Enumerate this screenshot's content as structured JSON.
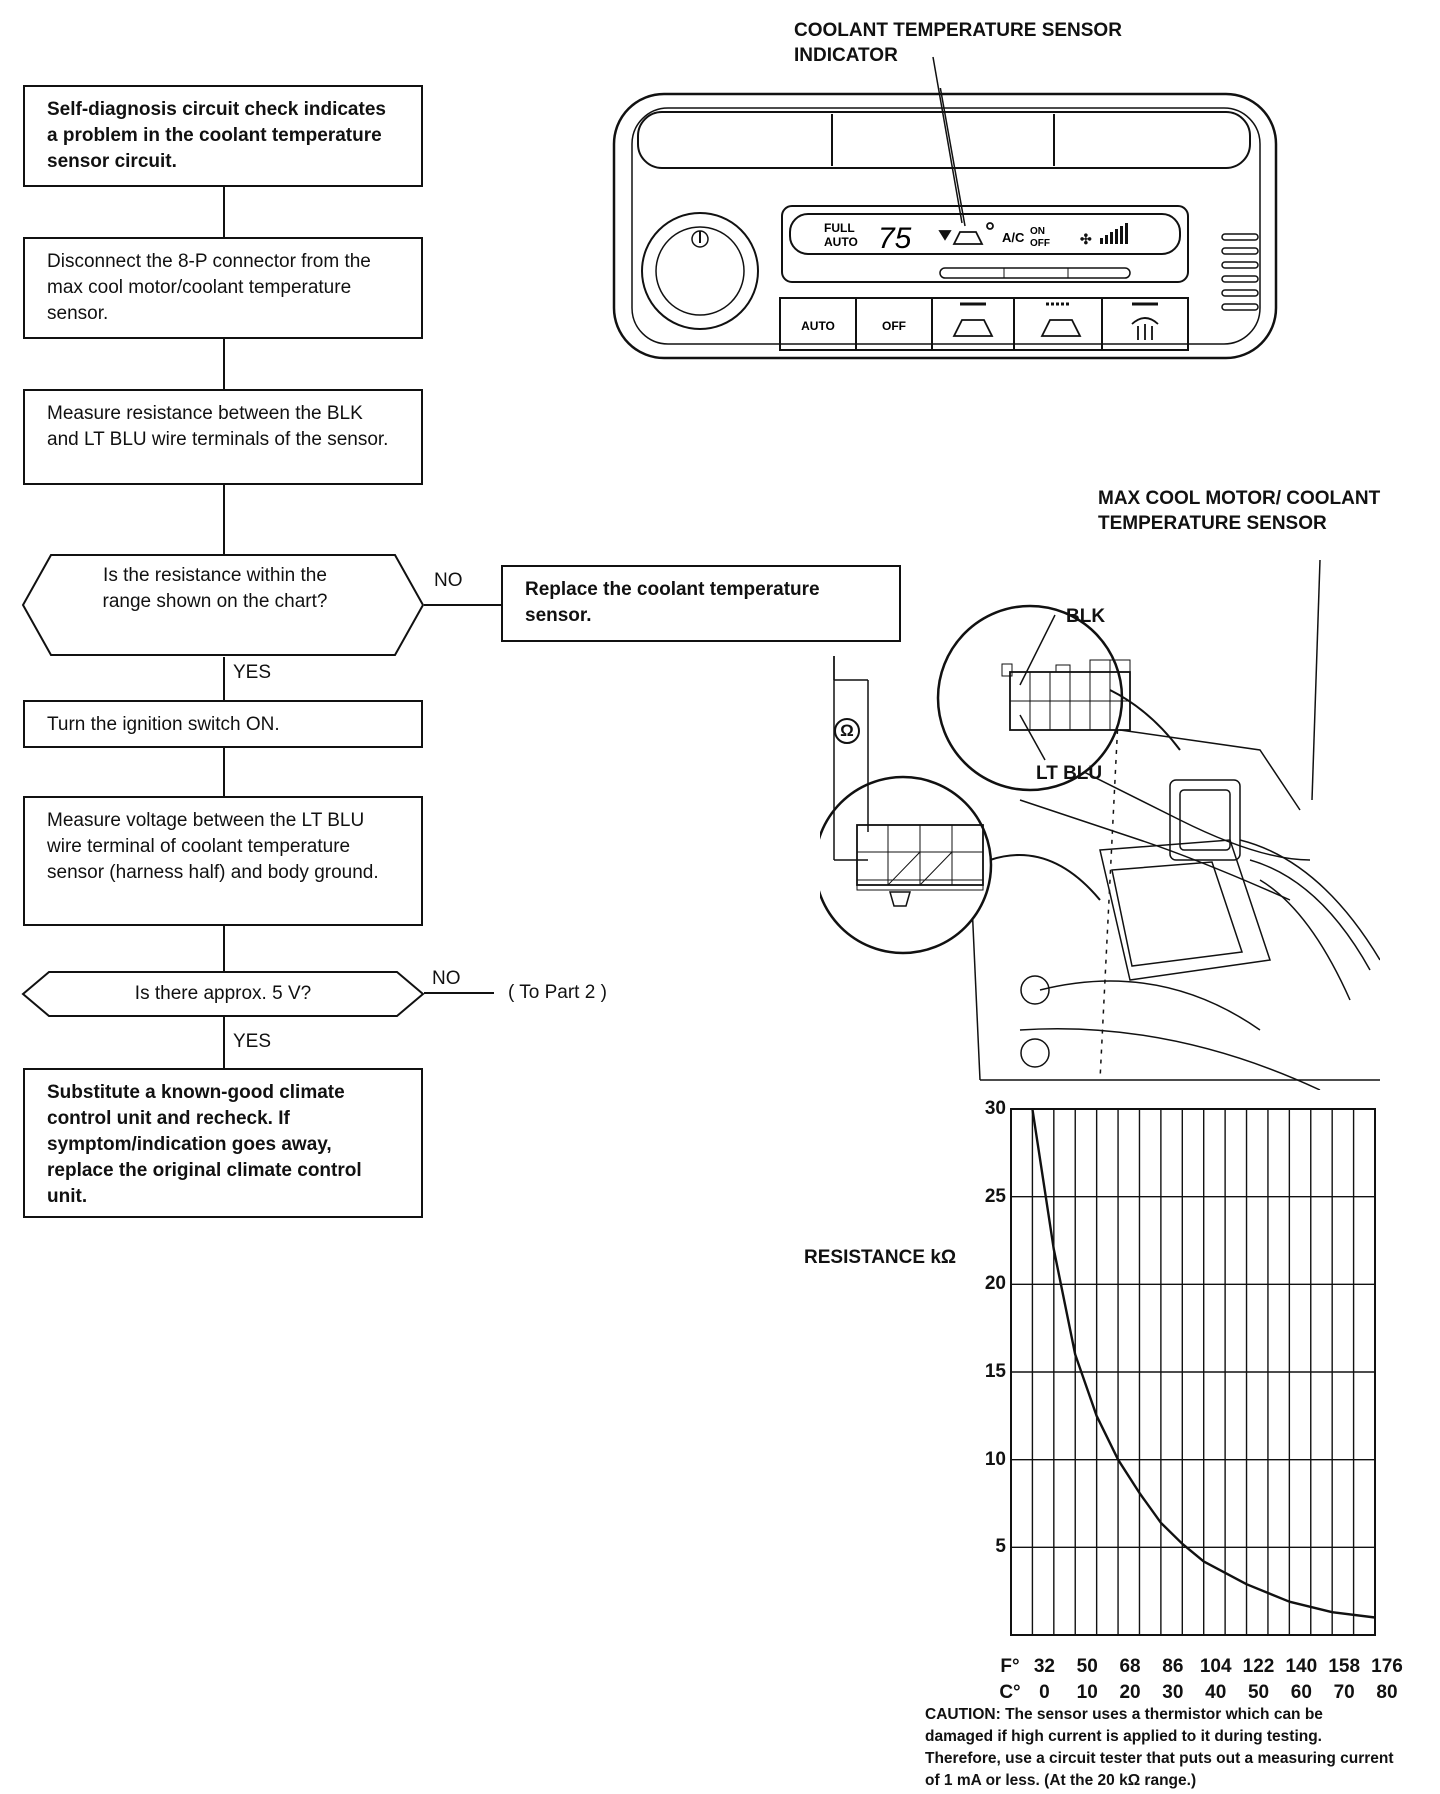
{
  "flowchart": {
    "step1": "Self-diagnosis circuit check indicates a problem in the coolant temperature sensor circuit.",
    "step2": "Disconnect the 8-P connector from the max cool motor/coolant temperature sensor.",
    "step3": "Measure resistance between the BLK and LT BLU wire terminals of the sensor.",
    "decision1": "Is the resistance within the range shown on the chart?",
    "decision1_no": "NO",
    "decision1_no_action": "Replace the coolant temperature sensor.",
    "decision1_yes": "YES",
    "step4": "Turn the ignition switch ON.",
    "step5": "Measure voltage between the LT BLU wire terminal of coolant temperature sensor (harness half) and body ground.",
    "decision2": "Is there approx. 5 V?",
    "decision2_no": "NO",
    "decision2_no_action": "( To Part 2 )",
    "decision2_yes": "YES",
    "step6": "Substitute a known-good climate control unit and recheck. If symptom/indication goes away, replace the original climate control unit."
  },
  "panel": {
    "callout": "COOLANT TEMPERATURE SENSOR INDICATOR",
    "display_full": "FULL",
    "display_auto": "AUTO",
    "display_temp": "75",
    "display_ac": "A/C",
    "display_on": "ON",
    "display_off": "OFF",
    "btn_auto": "AUTO",
    "btn_off": "OFF"
  },
  "sensor": {
    "callout": "MAX COOL MOTOR/ COOLANT TEMPERATURE SENSOR",
    "wire_blk": "BLK",
    "wire_ltblu": "LT BLU",
    "ohm_symbol": "Ω"
  },
  "chart_data": {
    "type": "line",
    "ylabel": "RESISTANCE kΩ",
    "y_ticks": [
      30,
      25,
      20,
      15,
      10,
      5
    ],
    "ylim": [
      0,
      30
    ],
    "x_f_label": "F°",
    "x_c_label": "C°",
    "x_f_ticks": [
      "32",
      "50",
      "68",
      "86",
      "104",
      "122",
      "140",
      "158",
      "176"
    ],
    "x_c_ticks": [
      "0",
      "10",
      "20",
      "30",
      "40",
      "50",
      "60",
      "70",
      "80"
    ],
    "xlim_c": [
      -5,
      80
    ],
    "grid": true,
    "series": [
      {
        "x_c": [
          0,
          5,
          10,
          15,
          20,
          25,
          30,
          35,
          40,
          50,
          60,
          70,
          80
        ],
        "y_kohm": [
          30,
          22,
          16,
          12.5,
          10,
          8.1,
          6.4,
          5.2,
          4.2,
          2.9,
          1.9,
          1.3,
          1.0
        ]
      }
    ]
  },
  "caution": "CAUTION: The sensor uses a thermistor which can be damaged if high current is applied to it during testing. Therefore, use a circuit tester that puts out a measuring current of 1 mA or less. (At the 20 kΩ range.)"
}
